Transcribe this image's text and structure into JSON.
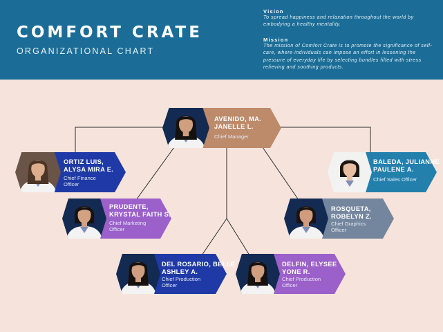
{
  "header": {
    "title": "COMFORT CRATE",
    "subtitle": "ORGANIZATIONAL CHART",
    "vision_heading": "Vision",
    "vision_text": "To spread happiness and relaxation throughout the world by embodying a healthy mentality.",
    "mission_heading": "Mission",
    "mission_text": "The mission of Comfort Crate is to promote the significance of self-care, where individuals can impose an effort in lessening the pressure of everyday life by selecting bundles filled with stress relieving and soothing products."
  },
  "colors": {
    "header": "#1b6d97",
    "background": "#f6e4dc",
    "manager": "#bd8a6a",
    "navy": "#1f3aa6",
    "purple": "#9b60c9",
    "teal": "#2380ad",
    "slate": "#74869d",
    "connector": "#2b2b2b"
  },
  "members": [
    {
      "id": "avenido",
      "name_lines": [
        "AVENIDO, MA.",
        "JANELLE L."
      ],
      "role_lines": [
        "Chief Manager"
      ],
      "color": "#bd8a6a",
      "portrait": "hair-long-dark"
    },
    {
      "id": "ortiz",
      "name_lines": [
        "ORTIZ LUIS,",
        "ALYSA MIRA E."
      ],
      "role_lines": [
        "Chief Finance",
        "Officer"
      ],
      "color": "#1f3aa6",
      "portrait": "hair-long-light"
    },
    {
      "id": "baleda",
      "name_lines": [
        "BALEDA, JULIANNE",
        "PAULENE A."
      ],
      "role_lines": [
        "Chief Sales Officer"
      ],
      "color": "#2380ad",
      "portrait": "hair-bob-light"
    },
    {
      "id": "prudente",
      "name_lines": [
        "PRUDENTE,",
        "KRYSTAL FAITH S."
      ],
      "role_lines": [
        "Chief Marketing",
        "Officer"
      ],
      "color": "#9b60c9",
      "portrait": "hair-bob-dark"
    },
    {
      "id": "rosqueta",
      "name_lines": [
        "ROSQUETA,",
        "ROBELYN Z."
      ],
      "role_lines": [
        "Chief Graphics",
        "Officer"
      ],
      "color": "#74869d",
      "portrait": "hair-tied-dark"
    },
    {
      "id": "delrosario",
      "name_lines": [
        "DEL ROSARIO, BELLE",
        "ASHLEY A."
      ],
      "role_lines": [
        "Chief Production",
        "Officer"
      ],
      "color": "#1f3aa6",
      "portrait": "hair-long-dark"
    },
    {
      "id": "delfin",
      "name_lines": [
        "DELFIN, ELYSEE",
        "YONE R."
      ],
      "role_lines": [
        "Chief Production",
        "Officer"
      ],
      "color": "#9b60c9",
      "portrait": "hair-long-dark"
    }
  ]
}
